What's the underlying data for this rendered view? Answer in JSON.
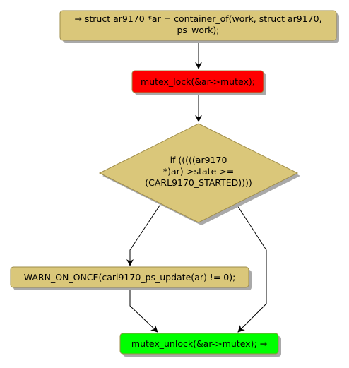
{
  "colors": {
    "node_default": "#dac77a",
    "node_border": "#9e8c4a",
    "node_lock": "#ff0000",
    "node_unlock": "#00ff00",
    "shadow": "#a9a9a9",
    "edge": "#000000"
  },
  "nodes": {
    "start": {
      "line1": "→ struct ar9170 *ar = container_of(work, struct ar9170,",
      "line2": "ps_work);"
    },
    "lock": {
      "text": "mutex_lock(&ar->mutex);"
    },
    "condition": {
      "line1": "if (((((ar9170",
      "line2": "*)ar)->state >=",
      "line3": "(CARL9170_STARTED))))"
    },
    "warn": {
      "text": "WARN_ON_ONCE(carl9170_ps_update(ar) != 0);"
    },
    "unlock": {
      "text": "mutex_unlock(&ar->mutex); →"
    }
  }
}
